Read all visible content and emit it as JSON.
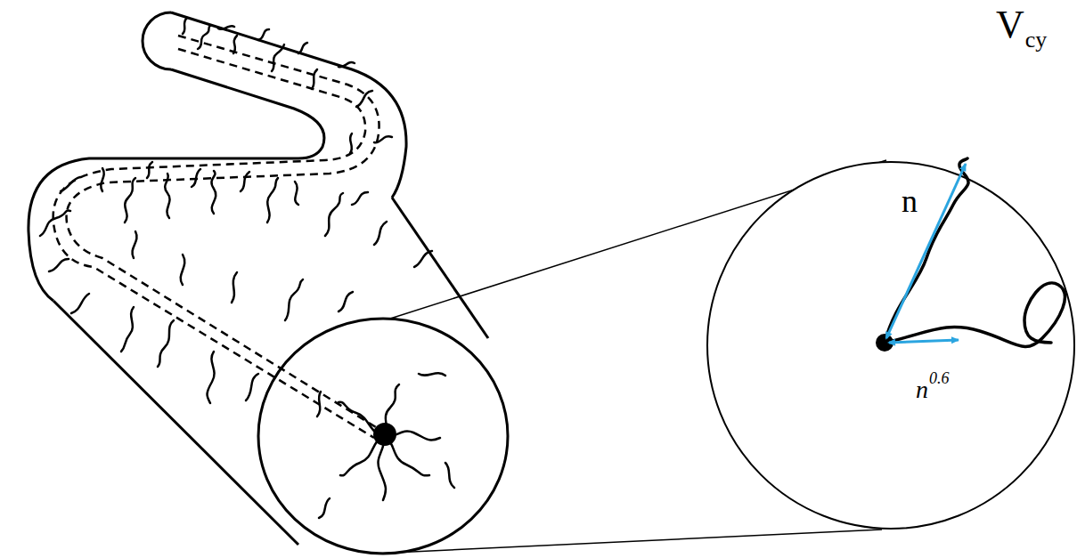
{
  "diagram": {
    "labels": [
      "V",
      "cy",
      "n",
      "n",
      "0.6"
    ]
  }
}
